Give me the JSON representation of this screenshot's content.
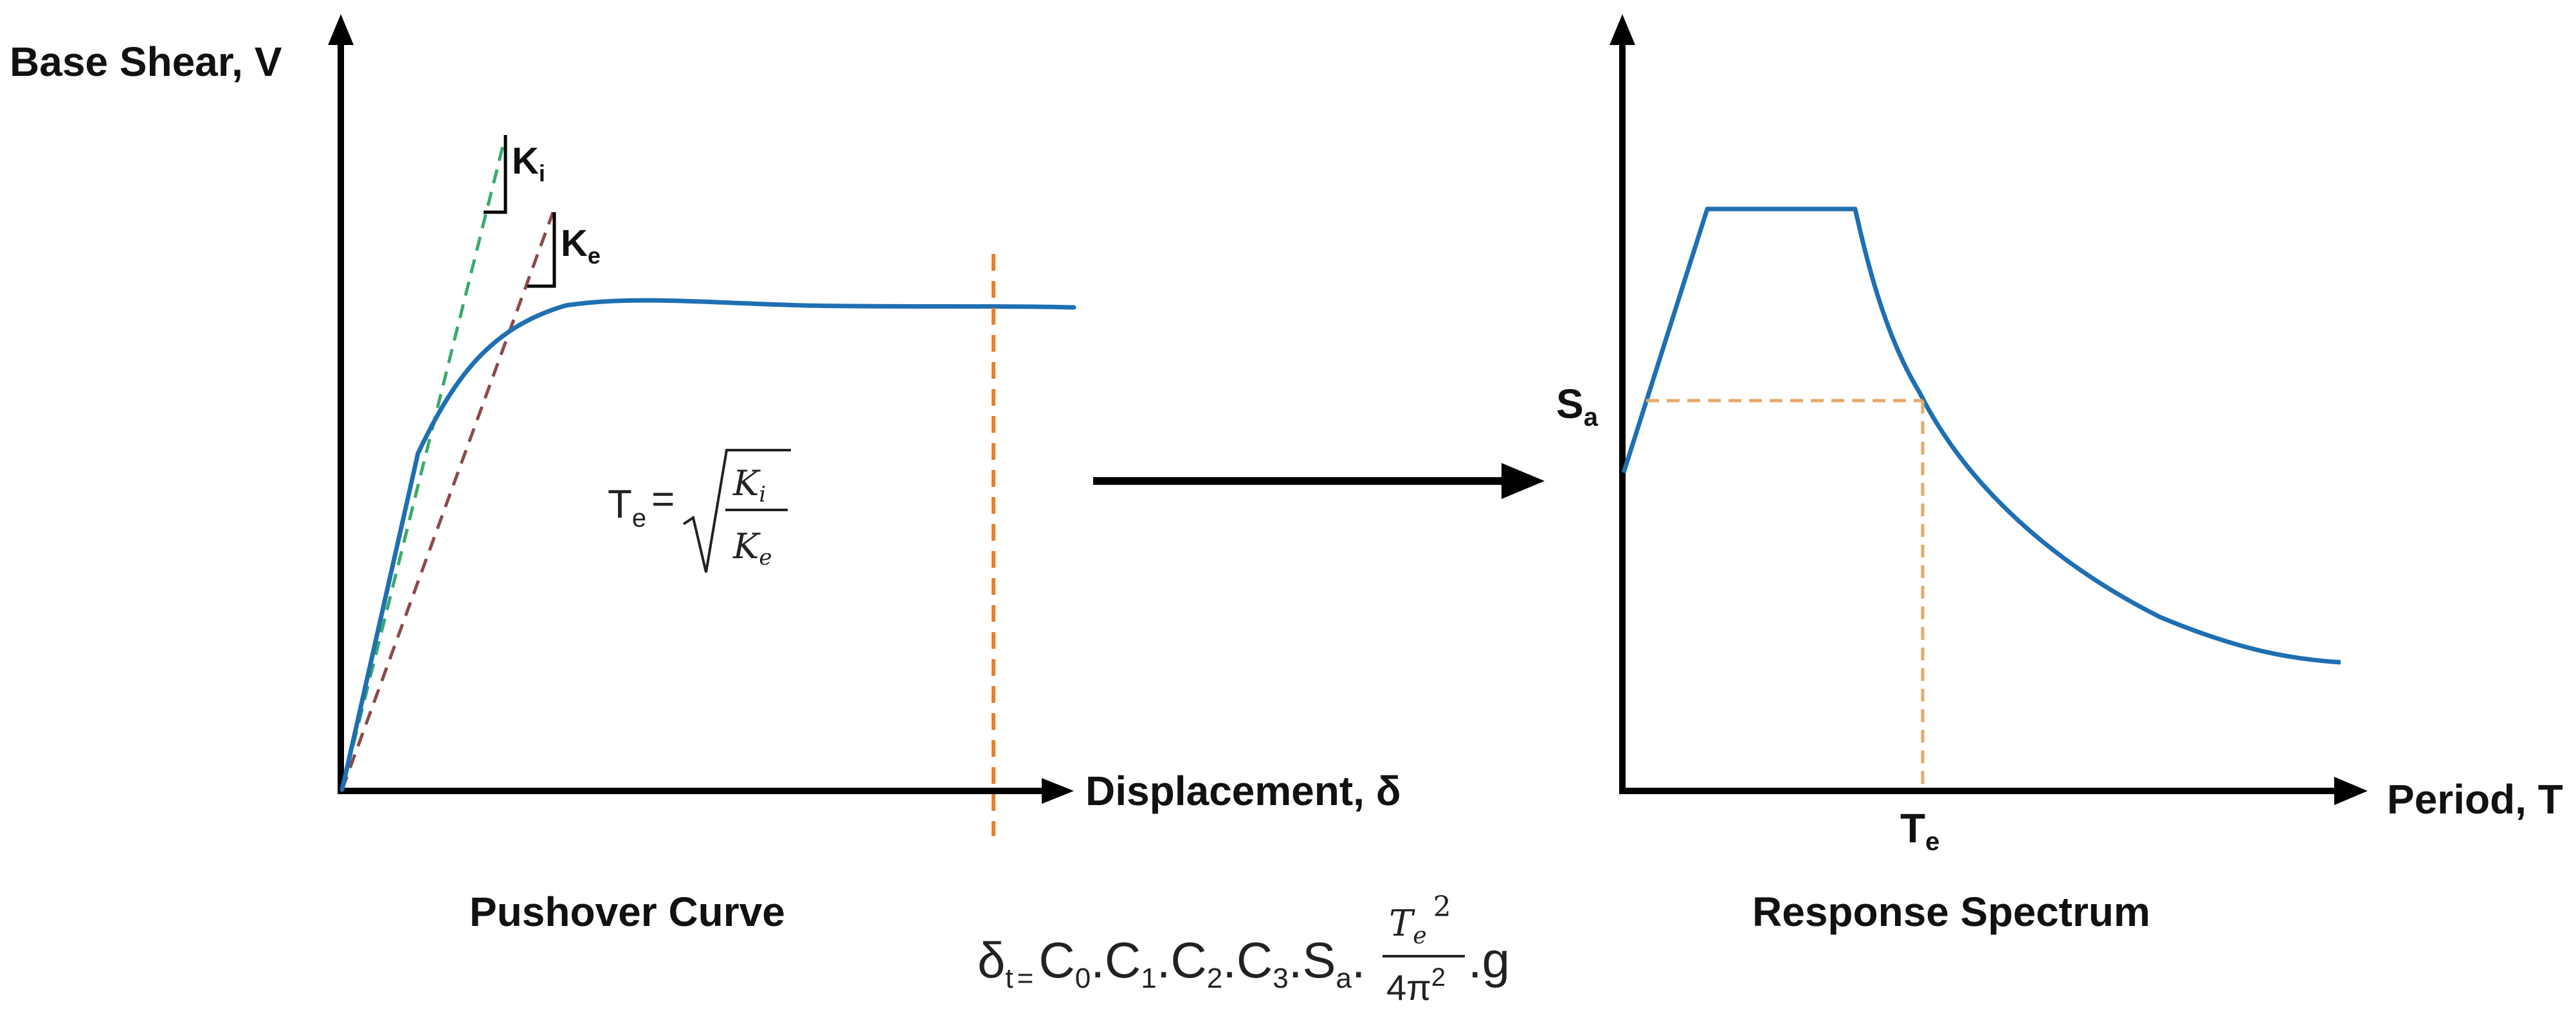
{
  "pushover": {
    "y_axis_label": "Base Shear, V",
    "x_axis_label": "Displacement, δ",
    "caption": "Pushover Curve",
    "ki": {
      "main": "K",
      "sub": "i"
    },
    "ke": {
      "main": "K",
      "sub": "e"
    },
    "period_formula": {
      "lhs_main": "T",
      "lhs_sub": "e",
      "eq": "=",
      "num_main": "K",
      "num_sub": "i",
      "den_main": "K",
      "den_sub": "e"
    },
    "target_formula": {
      "delta": "δ",
      "delta_sub": "t",
      "eq": "=",
      "c0": "C",
      "c0_sub": "0",
      "c1": "C",
      "c1_sub": "1",
      "c2": "C",
      "c2_sub": "2",
      "c3": "C",
      "c3_sub": "3",
      "sa": "S",
      "sa_sub": "a",
      "dot": ".",
      "frac_num": "T",
      "frac_num_sub": "e",
      "frac_num_sup": "2",
      "frac_den": "4π",
      "frac_den_sup": "2",
      "g": "g"
    }
  },
  "spectrum": {
    "x_axis_label": "Period, T",
    "caption": "Response Spectrum",
    "sa_label": {
      "main": "S",
      "sub": "a"
    },
    "te_label": {
      "main": "T",
      "sub": "e"
    }
  },
  "colors": {
    "curve": "#1f6fb2",
    "axis": "#000000",
    "ki_line": "#3aaa6a",
    "ke_line": "#8b4a4a",
    "target_line": "#e8802a",
    "guide_line": "#e6a96a"
  }
}
